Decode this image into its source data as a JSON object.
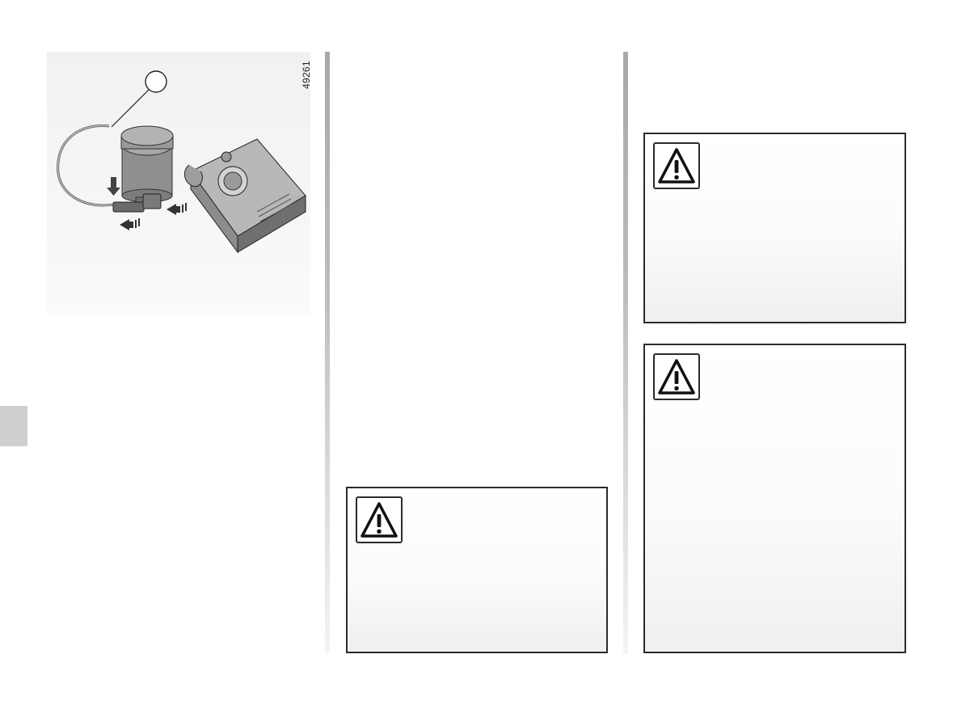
{
  "figure": {
    "code": "49261",
    "callout_number": "",
    "icons": [
      "compressor-illustration",
      "sealant-bottle-illustration",
      "arrow-icon"
    ]
  },
  "warning_boxes": [
    {
      "icon": "warning-triangle-icon",
      "text": ""
    },
    {
      "icon": "warning-triangle-icon",
      "text": ""
    },
    {
      "icon": "warning-triangle-icon",
      "text": ""
    }
  ]
}
